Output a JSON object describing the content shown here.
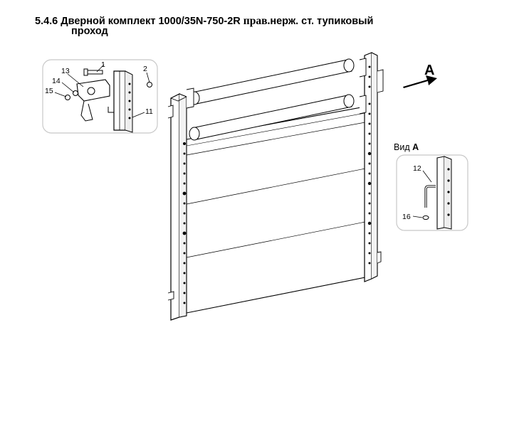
{
  "heading": {
    "line1_a": "5.4.6 Дверной комплект 1000/35N-750-2R ",
    "line1_b": "прав.",
    "line1_c": "нерж. ст. тупиковый",
    "line2": "проход"
  },
  "detail_left": {
    "callouts": [
      "13",
      "1",
      "2",
      "14",
      "15",
      "11"
    ]
  },
  "arrow_label": "A",
  "view_a": {
    "title_prefix": "Вид ",
    "title_letter": "А",
    "callouts": [
      "12",
      "16"
    ]
  }
}
